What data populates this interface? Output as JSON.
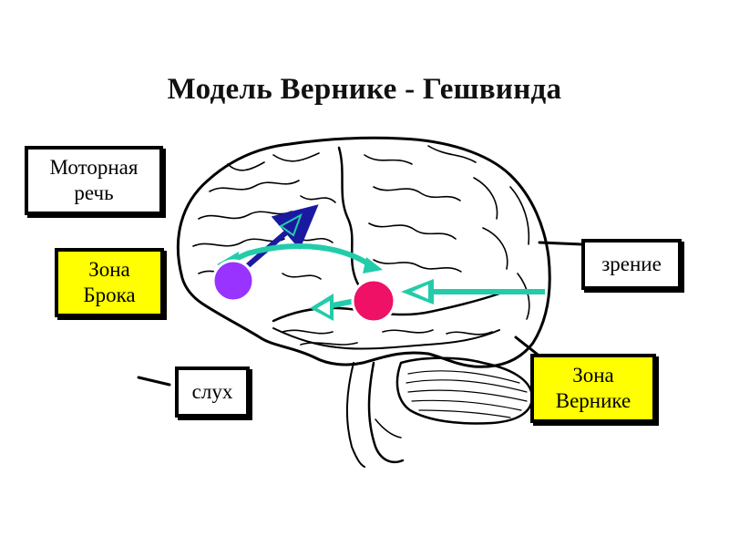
{
  "title": "Модель Вернике - Гешвинда",
  "labels": {
    "motor_speech": {
      "line1": "Моторная",
      "line2": "речь"
    },
    "broca": {
      "line1": "Зона",
      "line2": "Брока"
    },
    "vision": {
      "line1": "зрение"
    },
    "hearing": {
      "line1": "слух"
    },
    "wernicke": {
      "line1": "Зона",
      "line2": "Вернике"
    }
  },
  "colors": {
    "highlight_box": "#ffff00",
    "broca_area": "#9933ff",
    "wernicke_area": "#ee1166",
    "pathway_arrow": "#22ccaa",
    "motor_arrow": "#1a1aa0"
  },
  "icons": {
    "brain": "brain-outline-icon",
    "broca_marker": "circle-icon",
    "wernicke_marker": "circle-icon",
    "pathway": "arrow-icon"
  }
}
